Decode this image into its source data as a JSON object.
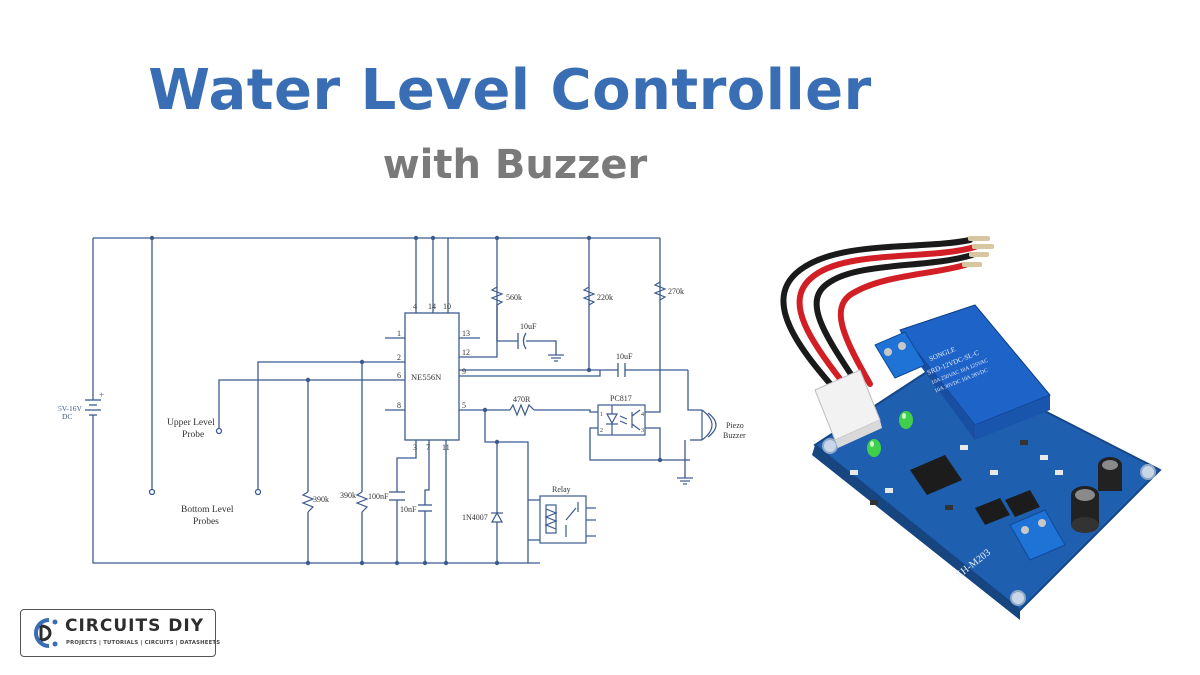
{
  "header": {
    "title": "Water Level Controller",
    "subtitle": "with Buzzer"
  },
  "schematic": {
    "supply_label_1": "5V-16V",
    "supply_label_2": "DC",
    "battery_plus": "+",
    "ic_name": "NE556N",
    "pins": {
      "p4": "4",
      "p14": "14",
      "p10": "10",
      "p1": "1",
      "p2": "2",
      "p6": "6",
      "p8": "8",
      "p13": "13",
      "p12": "12",
      "p9": "9",
      "p5": "5",
      "p3": "3",
      "p7": "7",
      "p11": "11"
    },
    "resistors": {
      "r560k": "560k",
      "r220k": "220k",
      "r270k": "270k",
      "r470": "470R",
      "r390a": "390k",
      "r390b": "390k"
    },
    "capacitors": {
      "c10u_a": "10uF",
      "c10u_b": "10uF",
      "c100n": "100nF",
      "c10n": "10nF"
    },
    "optocoupler": "PC817",
    "diode": "1N4007",
    "relay": "Relay",
    "buzzer_1": "Piezo",
    "buzzer_2": "Buzzer",
    "upper_probe_1": "Upper Level",
    "upper_probe_2": "Probe",
    "bottom_probe_1": "Bottom Level",
    "bottom_probe_2": "Probes",
    "opto_pins": {
      "o1": "1",
      "o2": "2",
      "o3": "3",
      "o4": "4"
    }
  },
  "module": {
    "board_label": "XH-M203",
    "relay_text_1": "SRD-12VDC-SL-C",
    "relay_text_2": "10A 250VAC 10A 125VAC",
    "relay_text_3": "10A 30VDC 10A 28VDC",
    "relay_brand": "SONGLE"
  },
  "logo": {
    "name": "CIRCUITS DIY",
    "tagline": "PROJECTS | TUTORIALS | CIRCUITS | DATASHEETS"
  },
  "colors": {
    "title": "#3a6eb4",
    "subtitle": "#7a7a7a",
    "wire": "#3b5a8f",
    "pcb": "#1f5fb0",
    "relay": "#1e63c8"
  }
}
